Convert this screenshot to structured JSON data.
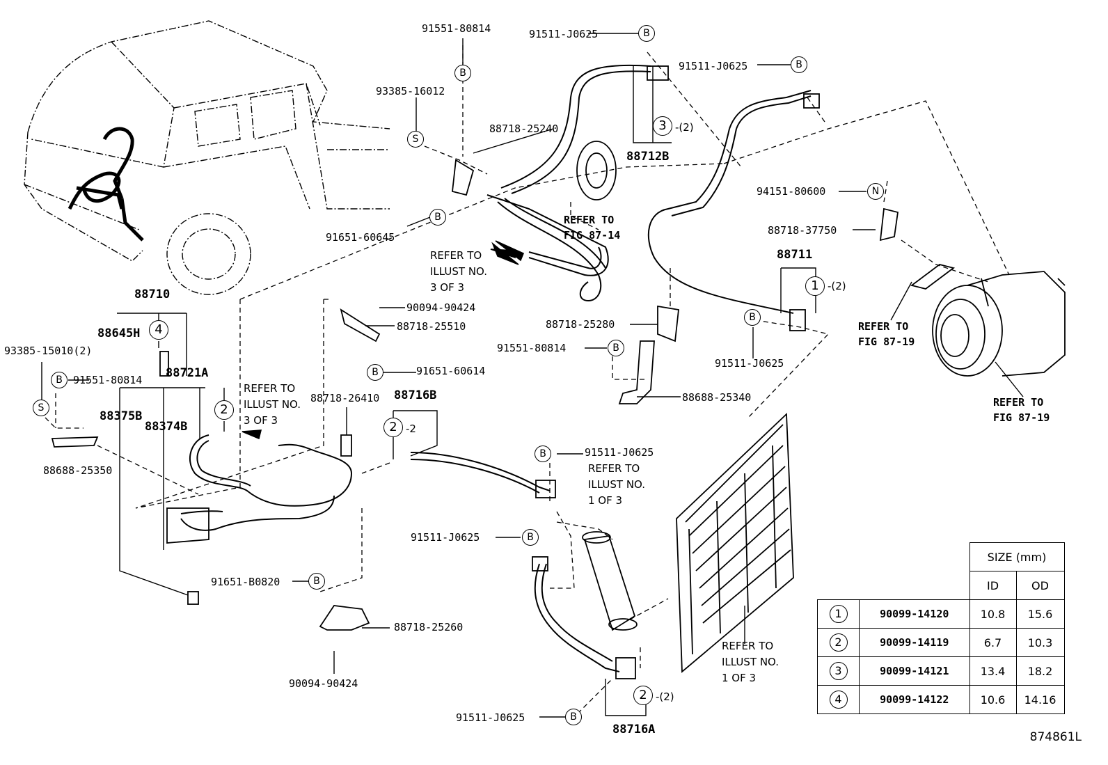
{
  "labels": {
    "p9155180814_top": "91551-80814",
    "p9151_top1": "91511-J0625",
    "p9151_top2": "91511-J0625",
    "p9338516012": "93385-16012",
    "p8871825240": "88718-25240",
    "p88712b": "88712B",
    "p9165160645": "91651-60645",
    "p9415180600": "94151-80600",
    "p8871837750": "88718-37750",
    "p88711": "88711",
    "p88710": "88710",
    "p88645h": "88645H",
    "p88721a": "88721A",
    "p9338515010": "93385-15010(2)",
    "p9155180814_left": "91551-80814",
    "p88375b": "88375B",
    "p88374b": "88374B",
    "p8868825350": "88688-25350",
    "p9009490424_a": "90094-90424",
    "p8871825510": "88718-25510",
    "p9165160614": "91651-60614",
    "p8871825280": "88718-25280",
    "p9155180814_mid": "91551-80814",
    "p9151_mid": "91511-J0625",
    "p8868825340": "88688-25340",
    "p8871826410": "88718-26410",
    "p88716b": "88716B",
    "p9151_right": "91511-J0625",
    "p9151_low": "91511-J0625",
    "p91651b0820": "91651-B0820",
    "p8871825260": "88718-25260",
    "p9009490424_b": "90094-90424",
    "p9151_bottom": "91511-J0625",
    "p88716a": "88716A"
  },
  "notes": {
    "refer_fig_87_14": "REFER TO\nFIG 87-14",
    "refer_illust_3of3_top": "REFER TO\nILLUST NO.\n3 OF 3",
    "refer_illust_3of3_left": "REFER TO\nILLUST NO.\n3 OF 3",
    "refer_fig_87_19_a": "REFER TO\nFIG 87-19",
    "refer_fig_87_19_b": "REFER TO\nFIG 87-19",
    "refer_illust_1of3_mid": "REFER TO\nILLUST NO.\n1 OF 3",
    "refer_illust_1of3_low": "REFER TO\nILLUST NO.\n1 OF 3"
  },
  "codes": {
    "b": "B",
    "s": "S",
    "n": "N"
  },
  "qty": {
    "two_paren": "-(2)",
    "two_dash": "-2"
  },
  "size_table": {
    "header": "SIZE (mm)",
    "col_id": "ID",
    "col_od": "OD",
    "rows": [
      {
        "no": "1",
        "part": "90099-14120",
        "id": "10.8",
        "od": "15.6"
      },
      {
        "no": "2",
        "part": "90099-14119",
        "id": "6.7",
        "od": "10.3"
      },
      {
        "no": "3",
        "part": "90099-14121",
        "id": "13.4",
        "od": "18.2"
      },
      {
        "no": "4",
        "part": "90099-14122",
        "id": "10.6",
        "od": "14.16"
      }
    ]
  },
  "figure_id": "874861L"
}
